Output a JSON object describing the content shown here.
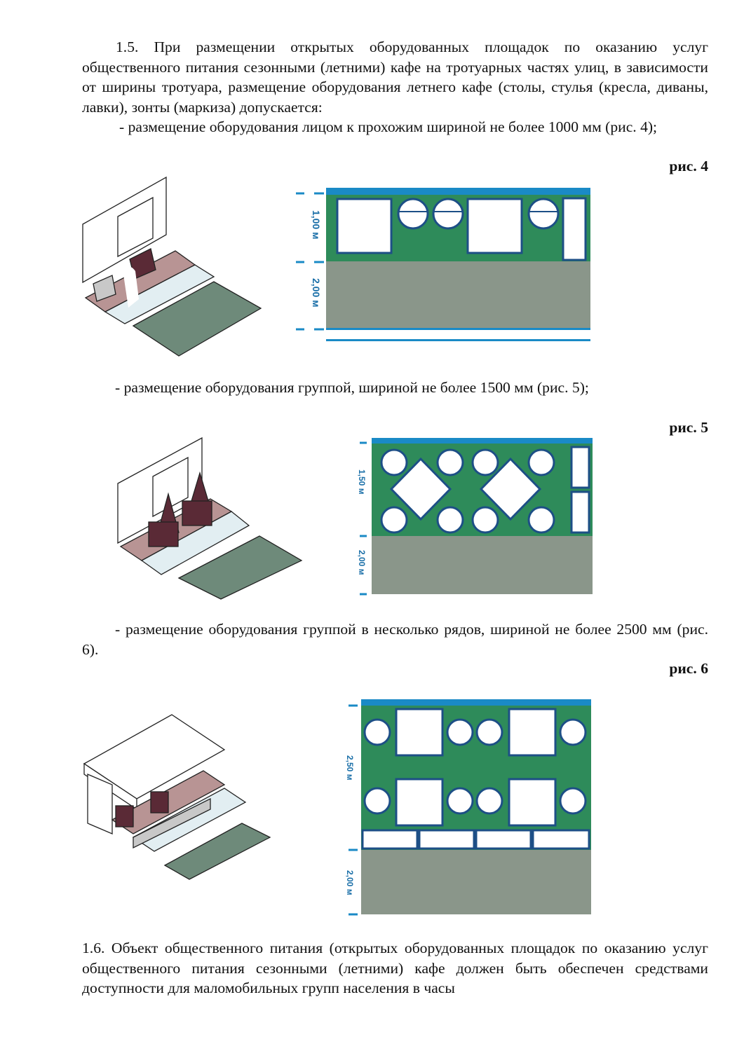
{
  "paragraphs": {
    "p1_5": "1.5. При размещении открытых оборудованных площадок по оказанию услуг общественного питания сезонными (летними) кафе на тротуарных частях улиц, в зависимости от ширины тротуара, размещение оборудования летнего кафе (столы, стулья (кресла, диваны, лавки), зонты (маркиза) допускается:",
    "bullet1": "- размещение оборудования лицом к прохожим шириной не более 1000 мм (рис. 4);",
    "bullet2": "- размещение оборудования группой, шириной не более 1500 мм (рис. 5);",
    "bullet3": "- размещение оборудования группой в несколько рядов, шириной не более 2500 мм (рис. 6).",
    "p1_6": "1.6. Объект общественного питания (открытых оборудованных площадок по оказанию услуг общественного питания сезонными (летними) кафе должен быть обеспечен средствами доступности для маломобильных групп населения в часы"
  },
  "figures": {
    "fig4": {
      "label": "рис. 4",
      "dim_top": "1,00 м",
      "dim_bottom": "2,00 м"
    },
    "fig5": {
      "label": "рис. 5",
      "dim_top": "1,50 м",
      "dim_bottom": "2,00 м"
    },
    "fig6": {
      "label": "рис. 6",
      "dim_top": "2,50 м",
      "dim_bottom": "2,00 м"
    }
  },
  "colors": {
    "green": "#2e8b5a",
    "blue": "#1a8ac6",
    "gray": "#8a968a",
    "navy": "#1d4f86"
  }
}
